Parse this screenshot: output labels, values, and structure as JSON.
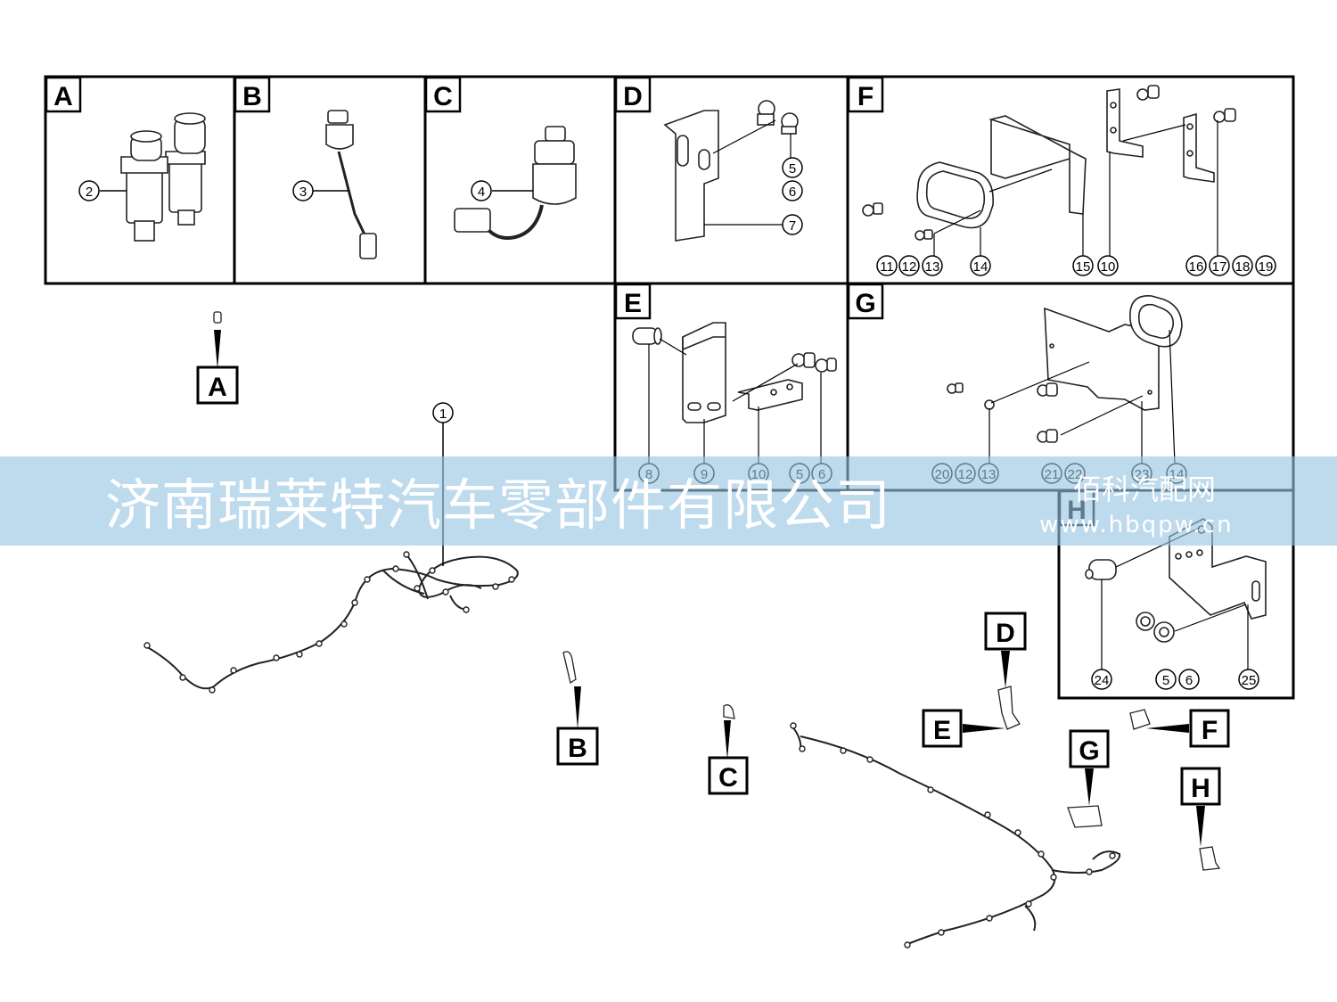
{
  "panels": [
    {
      "letter": "A",
      "numbers": [
        "2"
      ]
    },
    {
      "letter": "B",
      "numbers": [
        "3"
      ]
    },
    {
      "letter": "C",
      "numbers": [
        "4"
      ]
    },
    {
      "letter": "D",
      "numbers": [
        "5",
        "6",
        "7"
      ]
    },
    {
      "letter": "F",
      "numbers": [
        "11",
        "12",
        "13",
        "14",
        "15",
        "10",
        "16",
        "17",
        "18",
        "19"
      ]
    },
    {
      "letter": "E",
      "numbers": [
        "8",
        "9",
        "10",
        "5",
        "6"
      ]
    },
    {
      "letter": "G",
      "numbers": [
        "20",
        "12",
        "13",
        "21",
        "22",
        "23",
        "14"
      ]
    },
    {
      "letter": "H",
      "numbers": [
        "24",
        "5",
        "6",
        "25"
      ]
    }
  ],
  "overview": {
    "callout_main": "1",
    "labels": [
      "A",
      "B",
      "C",
      "D",
      "E",
      "F",
      "G",
      "H"
    ]
  },
  "watermark": {
    "company": "济南瑞莱特汽车零部件有限公司",
    "site": "佰科汽配网",
    "url": "www.hbqpw.cn"
  }
}
